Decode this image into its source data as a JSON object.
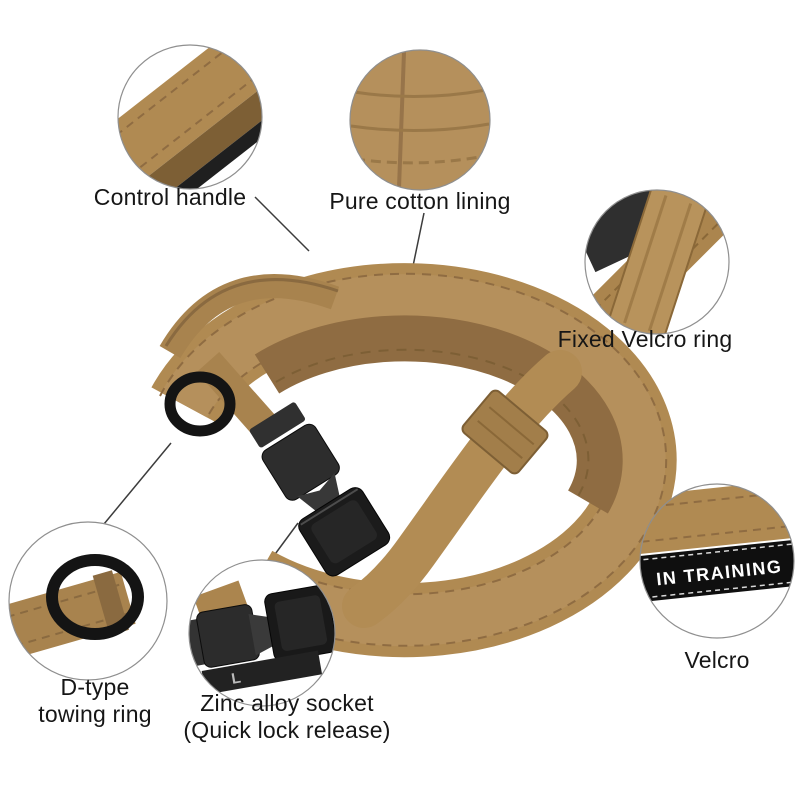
{
  "colors": {
    "background": "#ffffff",
    "strap_tan": "#b08a52",
    "strap_tan_light": "#b5905c",
    "strap_dark": "#8a6a40",
    "lining_brown": "#8f6c42",
    "buckle_black": "#1f1f1f",
    "label_text": "#161616",
    "patch_background": "#0f0f0f",
    "patch_text_color": "#ffffff"
  },
  "callouts": {
    "control_handle": {
      "label": "Control handle"
    },
    "pure_cotton_lining": {
      "label": "Pure cotton lining"
    },
    "fixed_velcro_ring": {
      "label": "Fixed Velcro ring"
    },
    "velcro": {
      "label": "Velcro",
      "patch_text": "IN TRAINING"
    },
    "d_type_towing_ring": {
      "line1": "D-type",
      "line2": "towing ring"
    },
    "zinc_alloy_socket": {
      "line1": "Zinc alloy socket",
      "line2": "(Quick lock release)",
      "size_mark": "L"
    }
  }
}
